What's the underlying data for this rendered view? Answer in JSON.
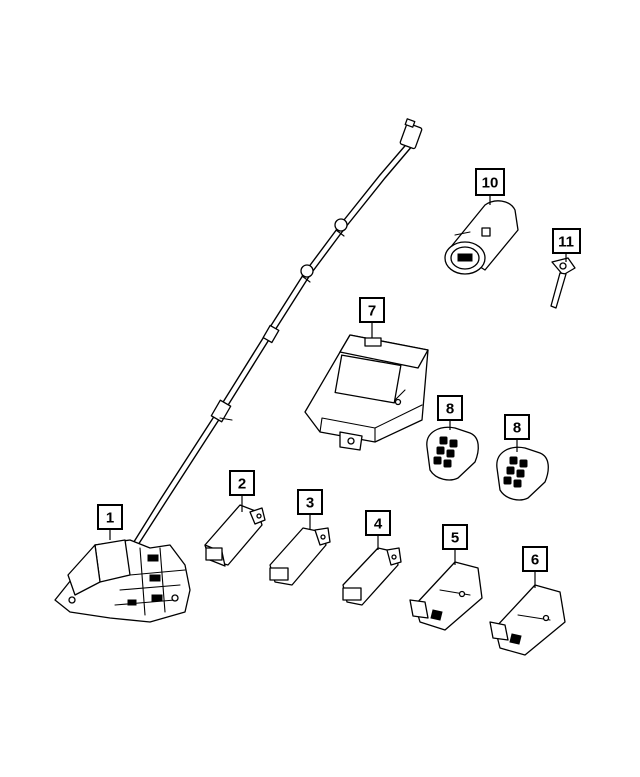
{
  "diagram": {
    "callouts": [
      {
        "id": "c1",
        "label": "1"
      },
      {
        "id": "c2",
        "label": "2"
      },
      {
        "id": "c3",
        "label": "3"
      },
      {
        "id": "c4",
        "label": "4"
      },
      {
        "id": "c5",
        "label": "5"
      },
      {
        "id": "c6",
        "label": "6"
      },
      {
        "id": "c7",
        "label": "7"
      },
      {
        "id": "c8a",
        "label": "8"
      },
      {
        "id": "c8b",
        "label": "8"
      },
      {
        "id": "c10",
        "label": "10"
      },
      {
        "id": "c11",
        "label": "11"
      }
    ]
  }
}
